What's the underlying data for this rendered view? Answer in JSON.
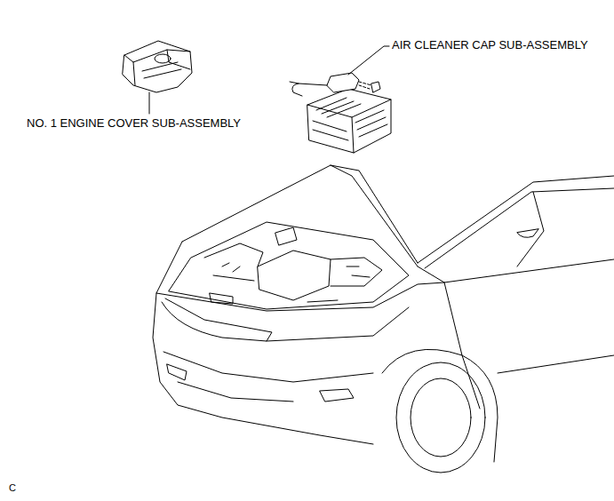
{
  "diagram": {
    "labels": [
      "NO. 1 ENGINE COVER SUB-ASSEMBLY",
      "AIR CLEANER CAP SUB-ASSEMBLY",
      "C"
    ]
  }
}
